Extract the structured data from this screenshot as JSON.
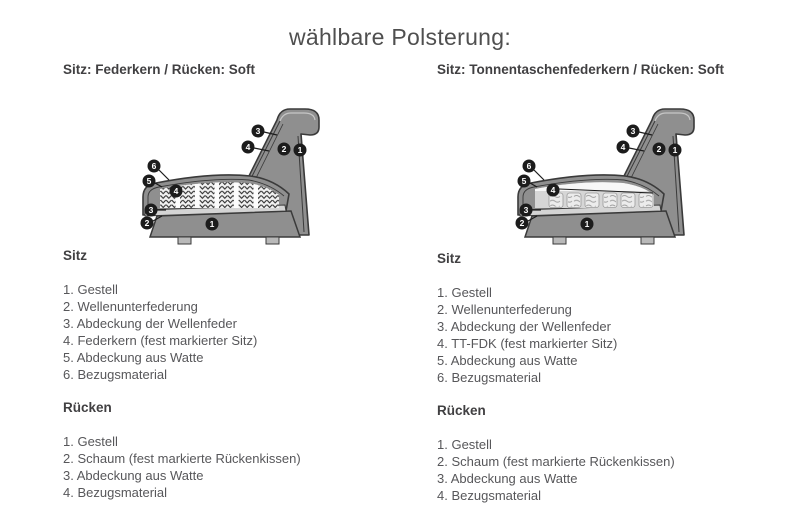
{
  "page": {
    "title": "wählbare Polsterung:"
  },
  "colors": {
    "diagram_body": "#8f8f8f",
    "diagram_outline": "#3a3a3a",
    "callout_badge": "#1c1c1c",
    "spring_coil": "#2e2e2e",
    "text": "#57575a",
    "heading_text": "#414042"
  },
  "columns": [
    {
      "heading": "Sitz: Federkern / Rücken: Soft",
      "diagram": {
        "name": "sofa-cross-section-federkern",
        "callouts": [
          "3",
          "4",
          "2",
          "1",
          "6",
          "5",
          "4",
          "3",
          "2",
          "1"
        ]
      },
      "sections": [
        {
          "title": "Sitz",
          "items": [
            "1. Gestell",
            "2. Wellenunterfederung",
            "3. Abdeckung der Wellenfeder",
            "4. Federkern (fest markierter Sitz)",
            "5. Abdeckung aus Watte",
            "6. Bezugsmaterial"
          ]
        },
        {
          "title": "Rücken",
          "items": [
            "1. Gestell",
            "2. Schaum (fest markierte Rückenkissen)",
            "3. Abdeckung aus Watte",
            "4. Bezugsmaterial"
          ]
        }
      ]
    },
    {
      "heading": "Sitz: Tonnentaschenfederkern / Rücken: Soft",
      "diagram": {
        "name": "sofa-cross-section-tonnentaschenfederkern",
        "callouts": [
          "3",
          "4",
          "2",
          "1",
          "6",
          "5",
          "4",
          "3",
          "2",
          "1"
        ]
      },
      "sections": [
        {
          "title": "Sitz",
          "items": [
            "1. Gestell",
            "2. Wellenunterfederung",
            "3. Abdeckung der Wellenfeder",
            "4. TT-FDK (fest markierter Sitz)",
            "5. Abdeckung aus Watte",
            "6. Bezugsmaterial"
          ]
        },
        {
          "title": "Rücken",
          "items": [
            "1. Gestell",
            "2. Schaum (fest markierte Rückenkissen)",
            "3. Abdeckung aus Watte",
            "4. Bezugsmaterial"
          ]
        }
      ]
    }
  ]
}
